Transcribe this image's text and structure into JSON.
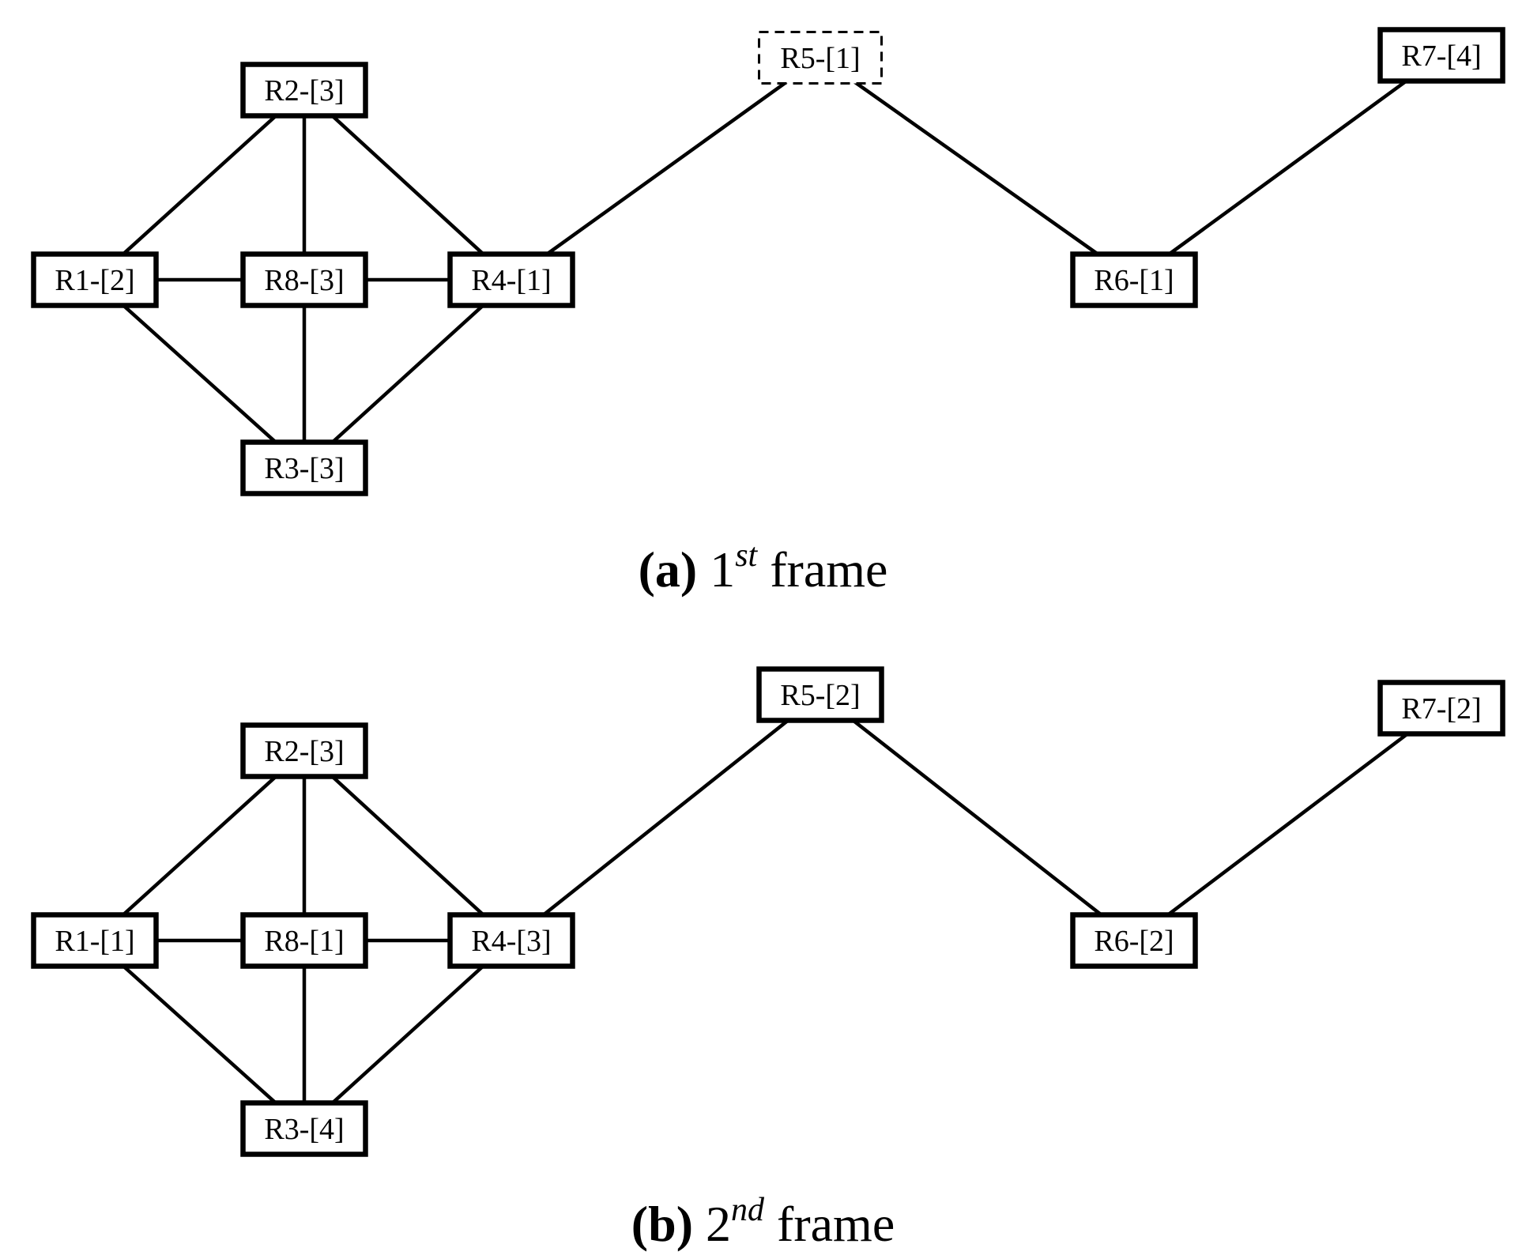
{
  "panels": [
    {
      "caption": {
        "letter": "(a)",
        "number": "1",
        "sup": "st",
        "word": "frame"
      },
      "nodes": [
        {
          "id": "R2",
          "label": "R2-[3]",
          "style": "solid"
        },
        {
          "id": "R5",
          "label": "R5-[1]",
          "style": "dashed"
        },
        {
          "id": "R7",
          "label": "R7-[4]",
          "style": "solid"
        },
        {
          "id": "R1",
          "label": "R1-[2]",
          "style": "solid"
        },
        {
          "id": "R8",
          "label": "R8-[3]",
          "style": "solid"
        },
        {
          "id": "R4",
          "label": "R4-[1]",
          "style": "solid"
        },
        {
          "id": "R6",
          "label": "R6-[1]",
          "style": "solid"
        },
        {
          "id": "R3",
          "label": "R3-[3]",
          "style": "solid"
        }
      ]
    },
    {
      "caption": {
        "letter": "(b)",
        "number": "2",
        "sup": "nd",
        "word": "frame"
      },
      "nodes": [
        {
          "id": "R2",
          "label": "R2-[3]",
          "style": "solid"
        },
        {
          "id": "R5",
          "label": "R5-[2]",
          "style": "solid"
        },
        {
          "id": "R7",
          "label": "R7-[2]",
          "style": "solid"
        },
        {
          "id": "R1",
          "label": "R1-[1]",
          "style": "solid"
        },
        {
          "id": "R8",
          "label": "R8-[1]",
          "style": "solid"
        },
        {
          "id": "R4",
          "label": "R4-[3]",
          "style": "solid"
        },
        {
          "id": "R6",
          "label": "R6-[2]",
          "style": "solid"
        },
        {
          "id": "R3",
          "label": "R3-[4]",
          "style": "solid"
        }
      ]
    }
  ],
  "edges": [
    [
      "R1",
      "R2"
    ],
    [
      "R2",
      "R8"
    ],
    [
      "R2",
      "R4"
    ],
    [
      "R1",
      "R8"
    ],
    [
      "R8",
      "R4"
    ],
    [
      "R1",
      "R3"
    ],
    [
      "R8",
      "R3"
    ],
    [
      "R4",
      "R3"
    ],
    [
      "R4",
      "R5"
    ],
    [
      "R5",
      "R6"
    ],
    [
      "R6",
      "R7"
    ]
  ]
}
